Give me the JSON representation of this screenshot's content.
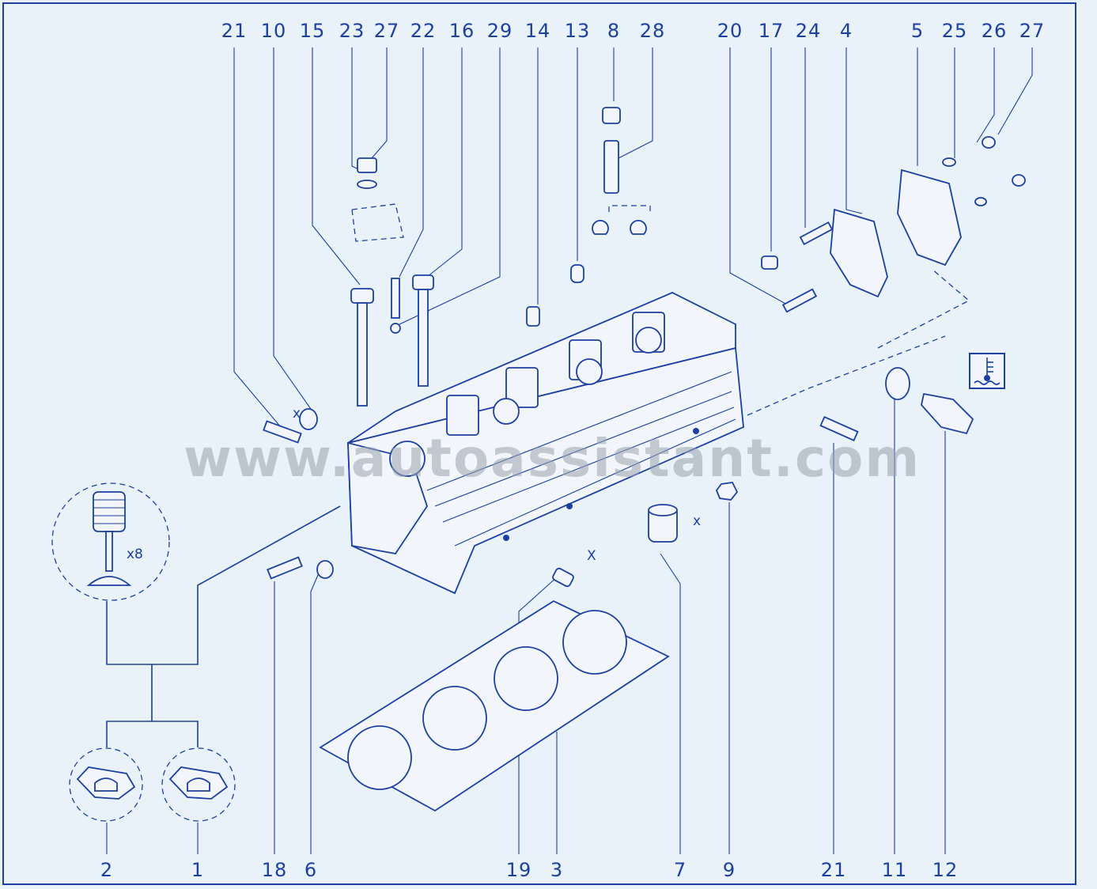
{
  "watermark": "www.autoassistant.com",
  "top_labels": [
    "21",
    "10",
    "15",
    "23",
    "27",
    "22",
    "16",
    "29",
    "14",
    "13",
    "8",
    "28",
    "20",
    "17",
    "24",
    "4",
    "5",
    "25",
    "26",
    "27"
  ],
  "bottom_labels": [
    "2",
    "1",
    "18",
    "6",
    "19",
    "3",
    "7",
    "9",
    "21",
    "11",
    "12"
  ],
  "annotations": {
    "valve_qty": "x8",
    "dim_x": "X",
    "dim_x_small": "x"
  },
  "icons": {
    "temperature": "coolant-temperature-icon"
  },
  "colors": {
    "ink": "#1b3fa2",
    "background": "#e9f1f9"
  }
}
